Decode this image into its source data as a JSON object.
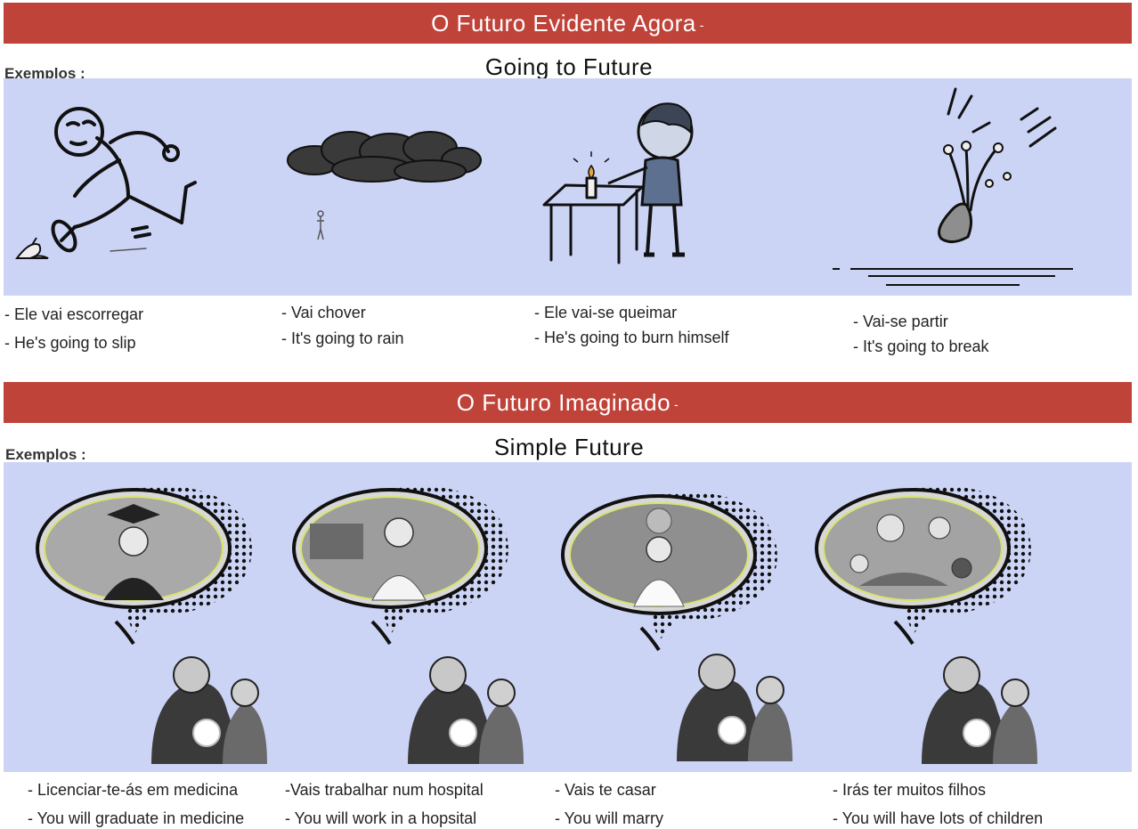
{
  "section1": {
    "banner_title": "O Futuro Evidente Agora",
    "banner_dash": "-",
    "examples_label": "Exemplos :",
    "subtitle": "Going to Future",
    "items": [
      {
        "pt": "- Ele vai escorregar",
        "en": " - He's going to slip",
        "icon": "slipping-man-icon"
      },
      {
        "pt": "- Vai chover",
        "en": "- It's going to rain",
        "icon": "rain-cloud-icon"
      },
      {
        "pt": "- Ele vai-se queimar",
        "en": "- He's going to burn himself",
        "icon": "boy-candle-icon"
      },
      {
        "pt": "- Vai-se partir",
        "en": "- It's going to break",
        "icon": "falling-vase-icon"
      }
    ]
  },
  "section2": {
    "banner_title": "O Futuro Imaginado",
    "banner_dash": "-",
    "examples_label": "Exemplos :",
    "subtitle": "Simple  Future",
    "items": [
      {
        "pt": "- Licenciar-te-ás em medicina",
        "en": " - You will graduate in medicine",
        "icon": "graduate-vision-icon"
      },
      {
        "pt": "-Vais trabalhar num hospital",
        "en": " - You will work in a hopsital",
        "icon": "doctor-vision-icon"
      },
      {
        "pt": "- Vais te casar",
        "en": " - You will marry",
        "icon": "wedding-vision-icon"
      },
      {
        "pt": "- Irás ter muitos filhos",
        "en": " - You will have lots of children",
        "icon": "children-vision-icon"
      }
    ]
  }
}
